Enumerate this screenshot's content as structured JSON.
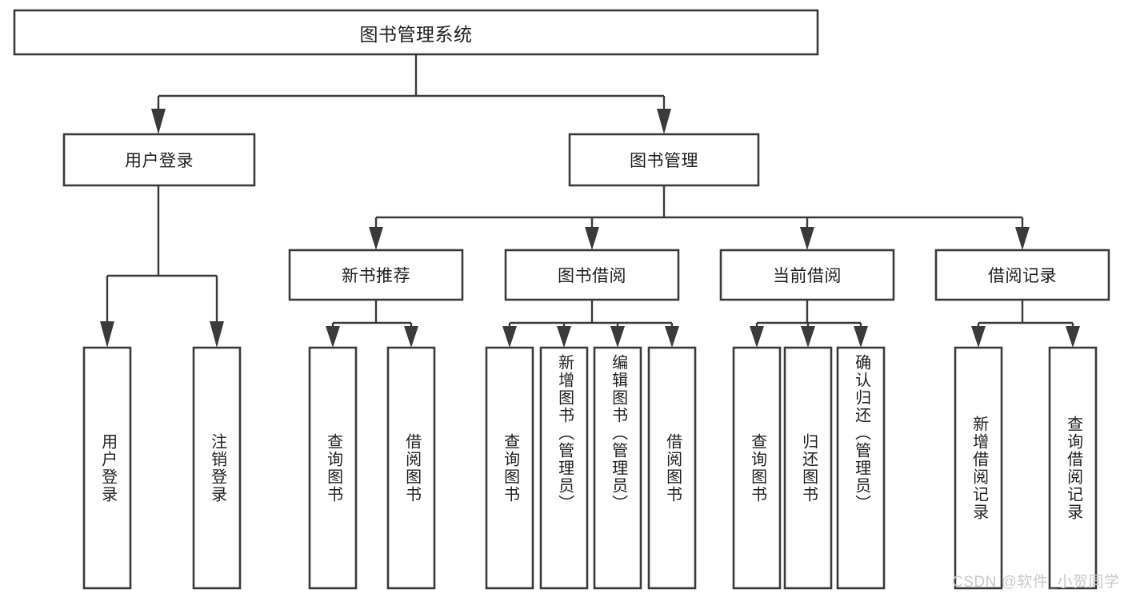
{
  "diagram": {
    "title": "图书管理系统",
    "type": "function-structure-tree",
    "root": {
      "label": "图书管理系统",
      "orientation": "horizontal"
    },
    "level2": [
      {
        "label": "用户登录",
        "orientation": "horizontal"
      },
      {
        "label": "图书管理",
        "orientation": "horizontal"
      }
    ],
    "level3": [
      {
        "label": "新书推荐",
        "orientation": "horizontal"
      },
      {
        "label": "图书借阅",
        "orientation": "horizontal"
      },
      {
        "label": "当前借阅",
        "orientation": "horizontal"
      },
      {
        "label": "借阅记录",
        "orientation": "horizontal"
      }
    ],
    "leaves": {
      "user_login": [
        {
          "label": "用户登录",
          "orientation": "vertical"
        },
        {
          "label": "注销登录",
          "orientation": "vertical"
        }
      ],
      "new_book_recommend": [
        {
          "label": "查询图书",
          "orientation": "vertical"
        },
        {
          "label": "借阅图书",
          "orientation": "vertical"
        }
      ],
      "book_borrow": [
        {
          "label": "查询图书",
          "orientation": "vertical"
        },
        {
          "label": "新增图书（管理员）",
          "orientation": "vertical"
        },
        {
          "label": "编辑图书（管理员）",
          "orientation": "vertical"
        },
        {
          "label": "借阅图书",
          "orientation": "vertical"
        }
      ],
      "current_borrow": [
        {
          "label": "查询图书",
          "orientation": "vertical"
        },
        {
          "label": "归还图书",
          "orientation": "vertical"
        },
        {
          "label": "确认归还（管理员）",
          "orientation": "vertical"
        }
      ],
      "borrow_record": [
        {
          "label": "新增借阅记录",
          "orientation": "vertical"
        },
        {
          "label": "查询借阅记录",
          "orientation": "vertical"
        }
      ]
    },
    "colors": {
      "box_stroke": "#3a3a3a",
      "box_fill": "#ffffff",
      "text": "#1f1f1f",
      "background": "#ffffff",
      "watermark": "#c9c9c9"
    }
  },
  "watermark": {
    "text": "CSDN @软件_小贺同学"
  }
}
